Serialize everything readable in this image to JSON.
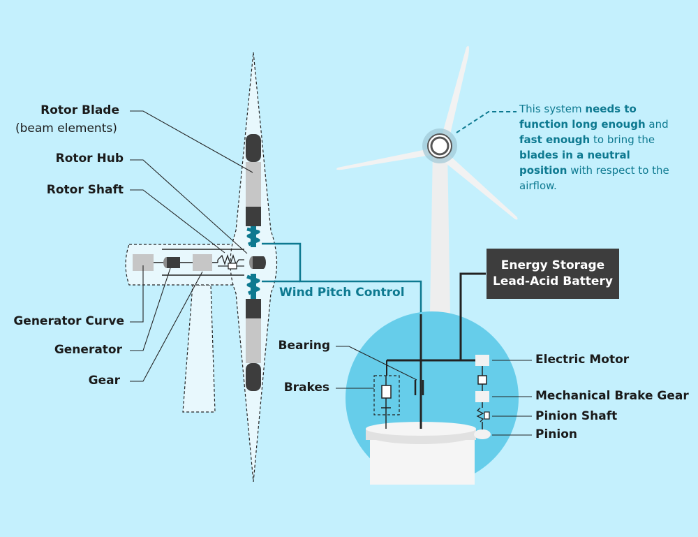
{
  "labels_left": {
    "rotor_blade": "Rotor Blade",
    "rotor_blade_sub": "(beam elements)",
    "rotor_hub": "Rotor Hub",
    "rotor_shaft": "Rotor Shaft",
    "generator_curve": "Generator Curve",
    "generator": "Generator",
    "gear": "Gear"
  },
  "wind_pitch_control": "Wind Pitch Control",
  "energy_storage": {
    "line1": "Energy Storage",
    "line2": "Lead-Acid Battery"
  },
  "labels_base": {
    "bearing": "Bearing",
    "brakes": "Brakes",
    "electric_motor": "Electric Motor",
    "mechanical_brake_gear": "Mechanical Brake Gear",
    "pinion_shaft": "Pinion Shaft",
    "pinion": "Pinion"
  },
  "note": {
    "p1": "This system ",
    "b1": "needs to function long enough",
    "p2": " and ",
    "b2": "fast enough",
    "p3": " to bring the ",
    "b3": "blades in a neutral position",
    "p4": " with respect to the airflow."
  },
  "colors": {
    "background": "#c4f0fd",
    "teal": "#0d7990",
    "dark": "#3d3d3d",
    "light_blue_circle": "#66cdea"
  }
}
